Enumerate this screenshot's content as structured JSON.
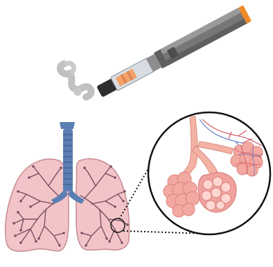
{
  "figure": {
    "components": [
      {
        "id": "e-cigarette",
        "icon": "vape-pen-icon"
      },
      {
        "id": "vapor",
        "icon": "vapor-cloud-icon"
      },
      {
        "id": "lungs",
        "icon": "lungs-icon"
      },
      {
        "id": "trachea",
        "icon": "trachea-icon"
      },
      {
        "id": "alveoli-magnified",
        "icon": "alveoli-icon"
      }
    ],
    "colors": {
      "lung_fill": "#f2c4c8",
      "lung_outline": "#c48a92",
      "trachea": "#5b7fb3",
      "bronchi": "#7a4e63",
      "alveoli": "#f0a0a0",
      "vape_body": "#6f6f6f",
      "vape_tip": "#f08a2a",
      "vape_liquid": "#f4a36b",
      "vapor": "#bdbdbd",
      "zoom_line": "#111111"
    }
  }
}
